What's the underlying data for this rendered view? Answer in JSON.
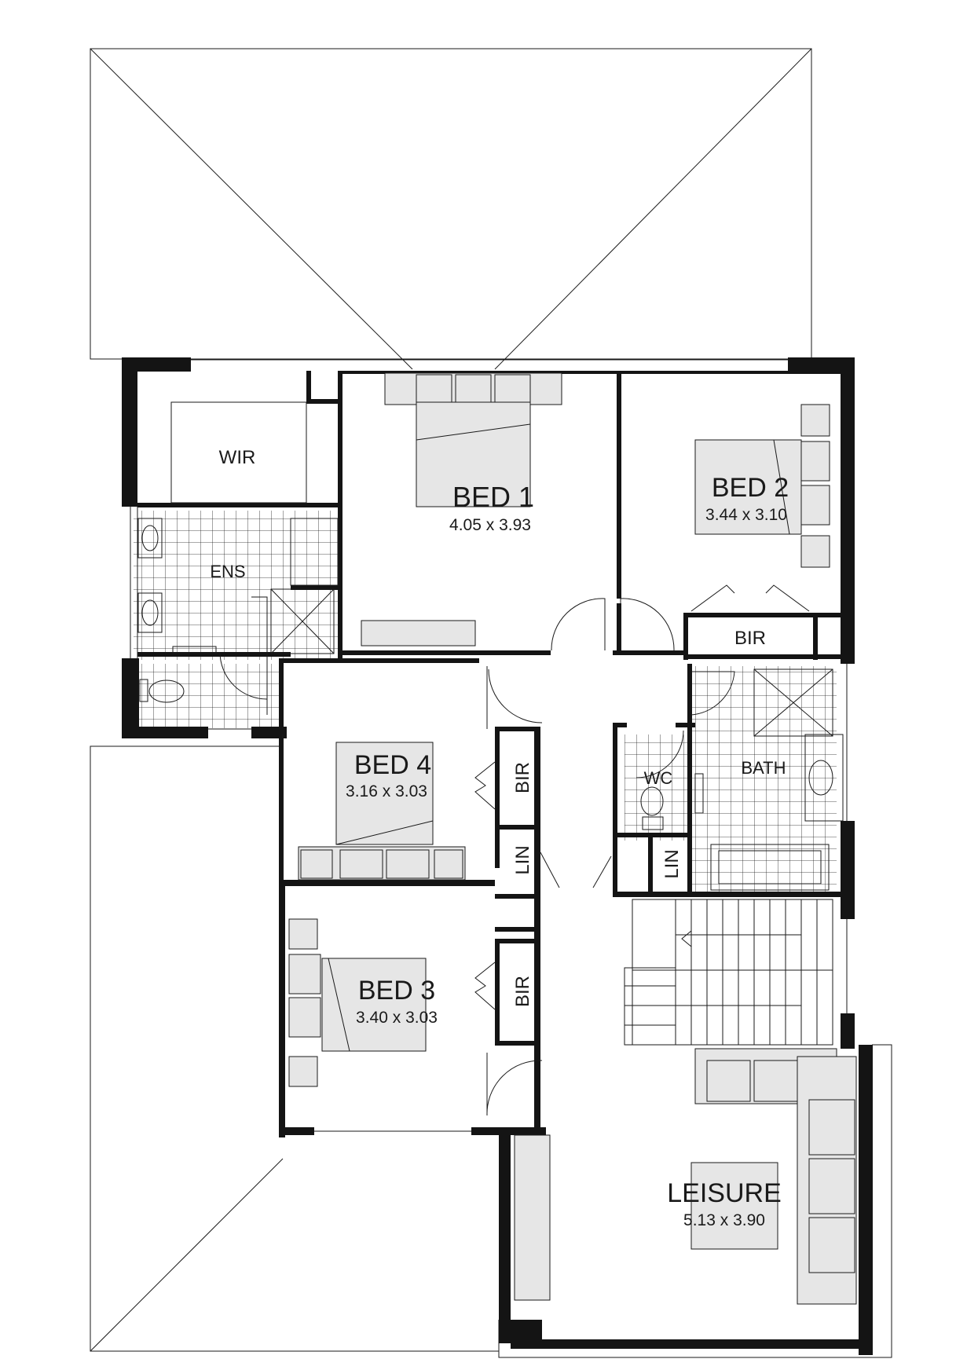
{
  "plan": {
    "rooms": {
      "bed1": {
        "name": "BED 1",
        "dims": "4.05 x 3.93"
      },
      "bed2": {
        "name": "BED 2",
        "dims": "3.44 x 3.10"
      },
      "bed3": {
        "name": "BED 3",
        "dims": "3.40 x 3.03"
      },
      "bed4": {
        "name": "BED 4",
        "dims": "3.16 x 3.03"
      },
      "leisure": {
        "name": "LEISURE",
        "dims": "5.13 x 3.90"
      },
      "wir": {
        "name": "WIR"
      },
      "ens": {
        "name": "ENS"
      },
      "bath": {
        "name": "BATH"
      },
      "wc": {
        "name": "WC"
      },
      "bir_bed2": {
        "name": "BIR"
      },
      "bir_bed4": {
        "name": "BIR"
      },
      "bir_bed3": {
        "name": "BIR"
      },
      "lin_left": {
        "name": "LIN"
      },
      "lin_right": {
        "name": "LIN"
      }
    },
    "colors": {
      "wall": "#141414",
      "furniture": "#e6e6e6",
      "line": "#1a1a1a"
    }
  }
}
